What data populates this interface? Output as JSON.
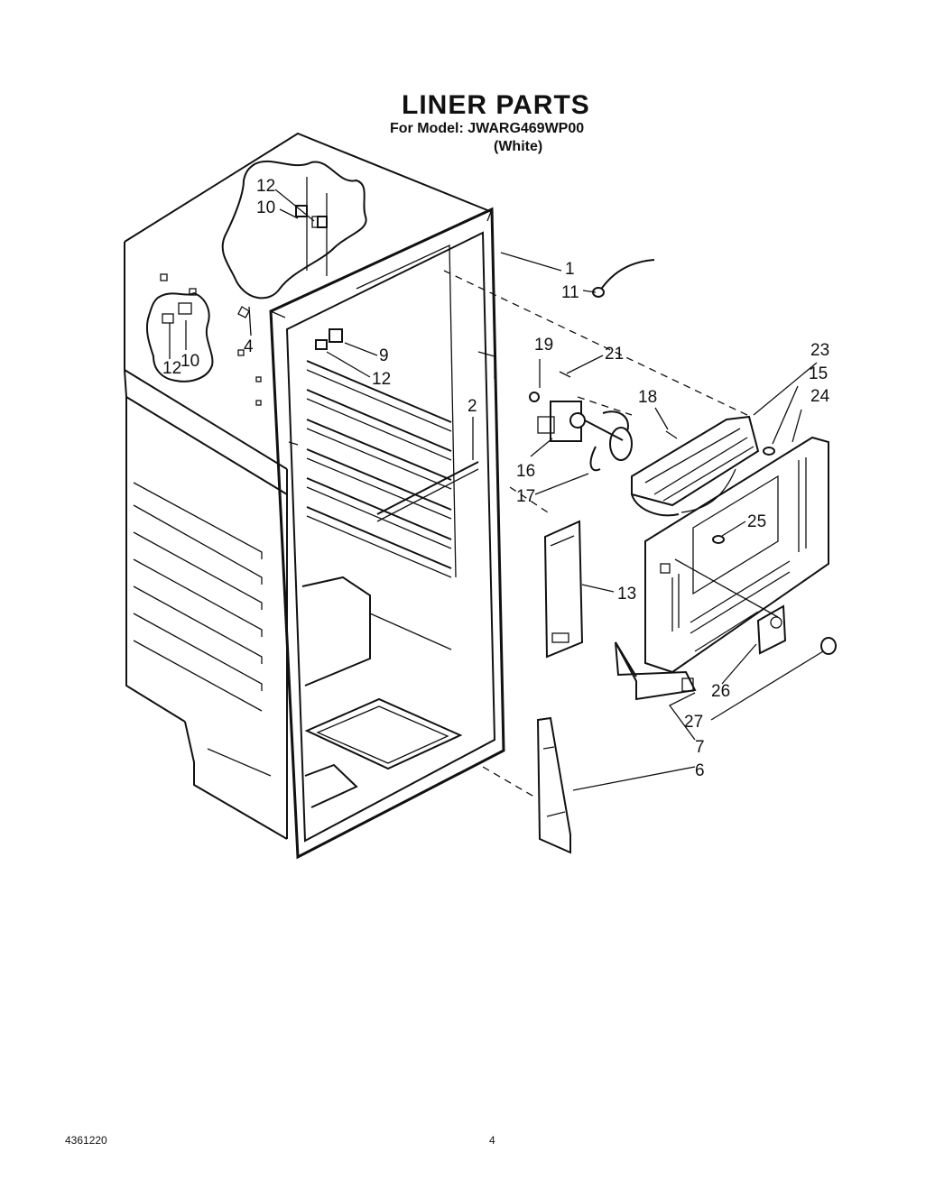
{
  "header": {
    "title": "LINER PARTS",
    "model_line": "For Model: JWARG469WP00",
    "variant": "(White)"
  },
  "footer": {
    "doc_number": "4361220",
    "page_number": "4"
  },
  "callouts": [
    {
      "id": "c12a",
      "text": "12"
    },
    {
      "id": "c10a",
      "text": "10"
    },
    {
      "id": "c1",
      "text": "1"
    },
    {
      "id": "c11",
      "text": "11"
    },
    {
      "id": "c4",
      "text": "4"
    },
    {
      "id": "c12b",
      "text": "12"
    },
    {
      "id": "c10b",
      "text": "10"
    },
    {
      "id": "c9",
      "text": "9"
    },
    {
      "id": "c12c",
      "text": "12"
    },
    {
      "id": "c19",
      "text": "19"
    },
    {
      "id": "c21",
      "text": "21"
    },
    {
      "id": "c23",
      "text": "23"
    },
    {
      "id": "c15",
      "text": "15"
    },
    {
      "id": "c24",
      "text": "24"
    },
    {
      "id": "c18",
      "text": "18"
    },
    {
      "id": "c2",
      "text": "2"
    },
    {
      "id": "c16",
      "text": "16"
    },
    {
      "id": "c17",
      "text": "17"
    },
    {
      "id": "c25",
      "text": "25"
    },
    {
      "id": "c13",
      "text": "13"
    },
    {
      "id": "c26",
      "text": "26"
    },
    {
      "id": "c27",
      "text": "27"
    },
    {
      "id": "c7",
      "text": "7"
    },
    {
      "id": "c6",
      "text": "6"
    }
  ]
}
